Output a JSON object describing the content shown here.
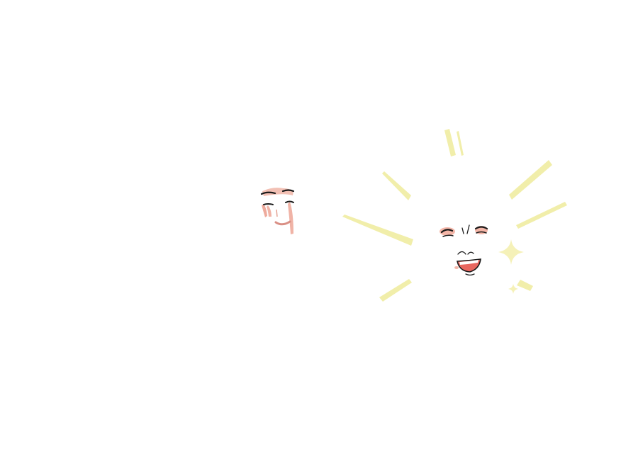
{
  "scene": {
    "background": "#ffffff",
    "figures": [
      {
        "name": "calm-face",
        "expression": "gentle-smile",
        "blush_color": "#f0b3a6",
        "ink_color": "#1a1a1a"
      },
      {
        "name": "laughing-face",
        "expression": "laughing",
        "blush_color": "#f3b5a7",
        "mouth_color": "#e8665f",
        "ink_color": "#1a1a1a"
      }
    ],
    "effects": {
      "burst_color": "#f1eeaa",
      "sparkle_color": "#f5f1b8"
    }
  }
}
